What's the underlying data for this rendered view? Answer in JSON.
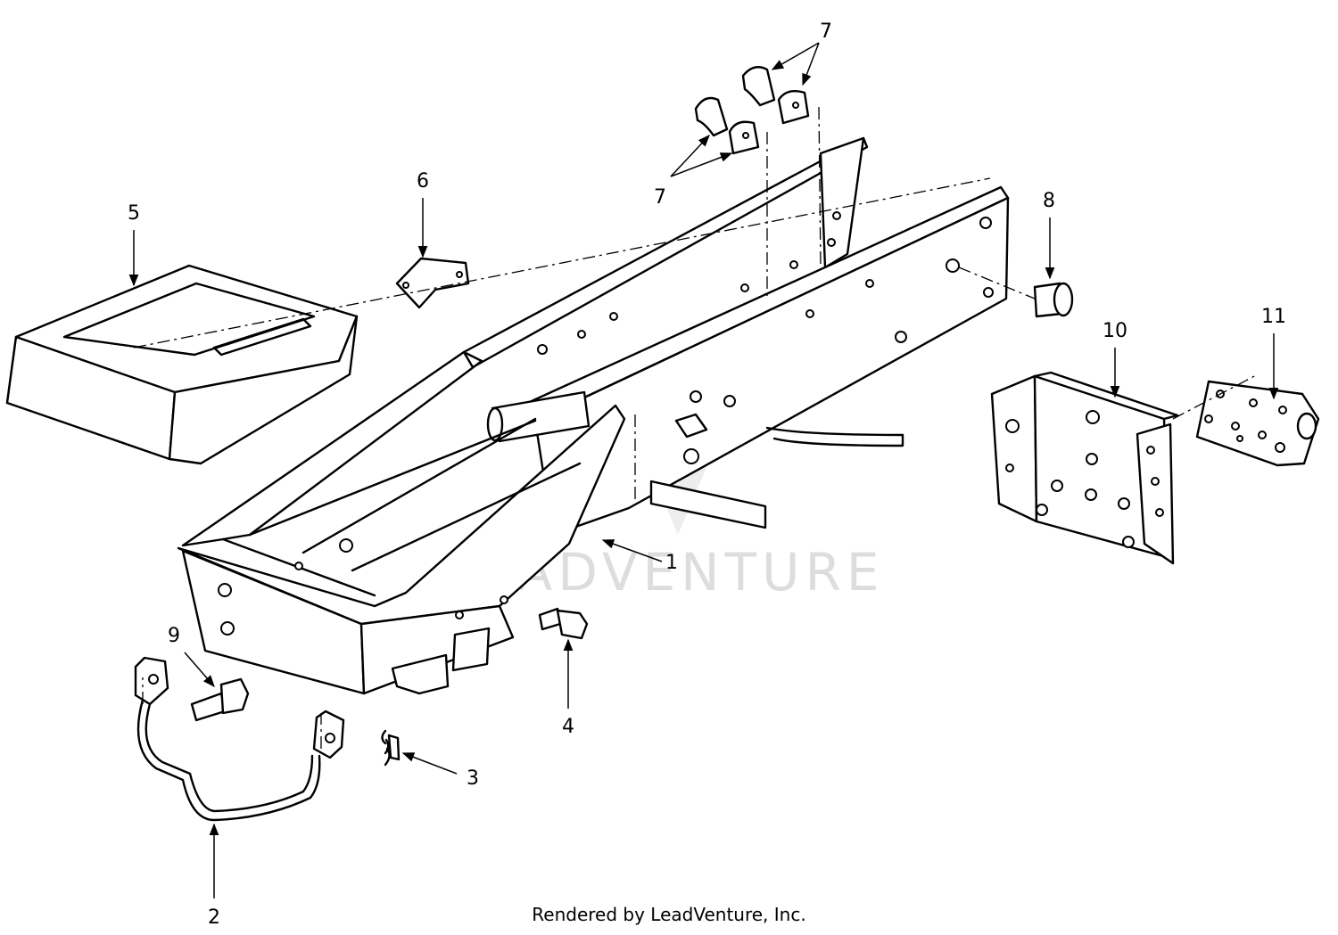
{
  "watermark": "LEADVENTURE",
  "credit": "Rendered by LeadVenture, Inc.",
  "callouts": [
    {
      "id": "1",
      "label": "1"
    },
    {
      "id": "2",
      "label": "2"
    },
    {
      "id": "3",
      "label": "3"
    },
    {
      "id": "4",
      "label": "4"
    },
    {
      "id": "5",
      "label": "5"
    },
    {
      "id": "6",
      "label": "6"
    },
    {
      "id": "7",
      "label": "7"
    },
    {
      "id": "7b",
      "label": "7"
    },
    {
      "id": "8",
      "label": "8"
    },
    {
      "id": "9",
      "label": "9"
    },
    {
      "id": "10",
      "label": "10"
    },
    {
      "id": "11",
      "label": "11"
    }
  ],
  "colors": {
    "line": "#000000",
    "watermark": "#dddddd",
    "background": "#ffffff"
  }
}
